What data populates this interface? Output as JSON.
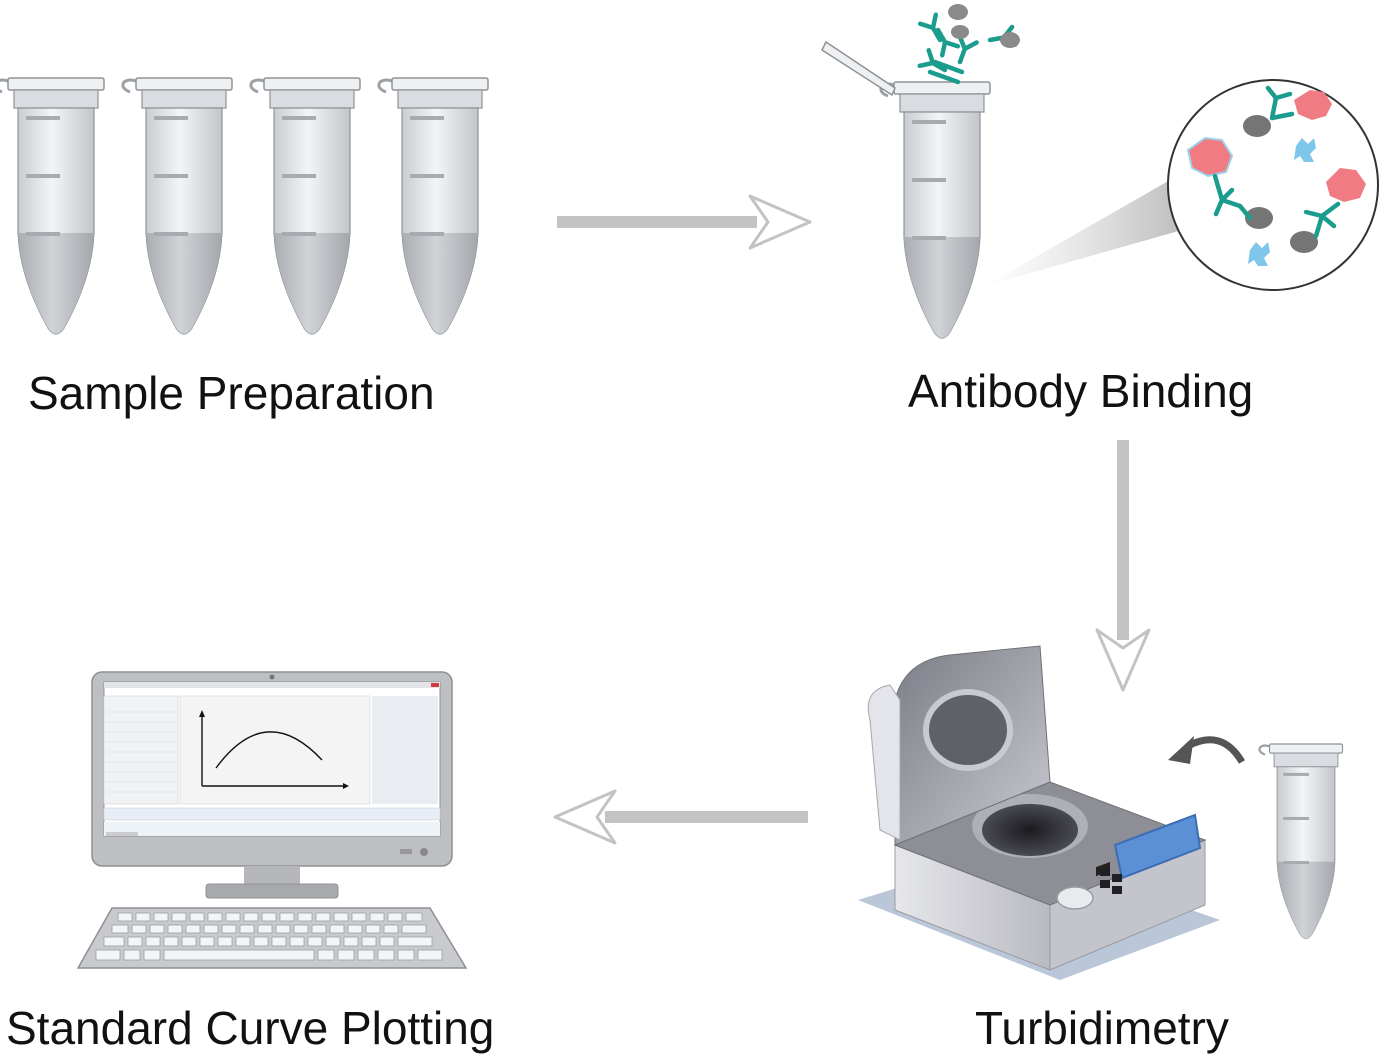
{
  "steps": {
    "sample_preparation": "Sample Preparation",
    "antibody_binding": "Antibody Binding",
    "turbidimetry": "Turbidimetry",
    "standard_curve_plotting": "Standard Curve Plotting"
  },
  "colors": {
    "tube_body": "#dde0e3",
    "tube_liquid": "#b7bbc0",
    "arrow": "#c3c3c3",
    "antibody": "#1b9c8c",
    "antigen_gray": "#7a7a7a",
    "antigen_pink": "#f07b82",
    "blue_molecule": "#7ec6ea",
    "instrument_body": "#d5d6db",
    "screen_blue": "#5b8fd6"
  }
}
